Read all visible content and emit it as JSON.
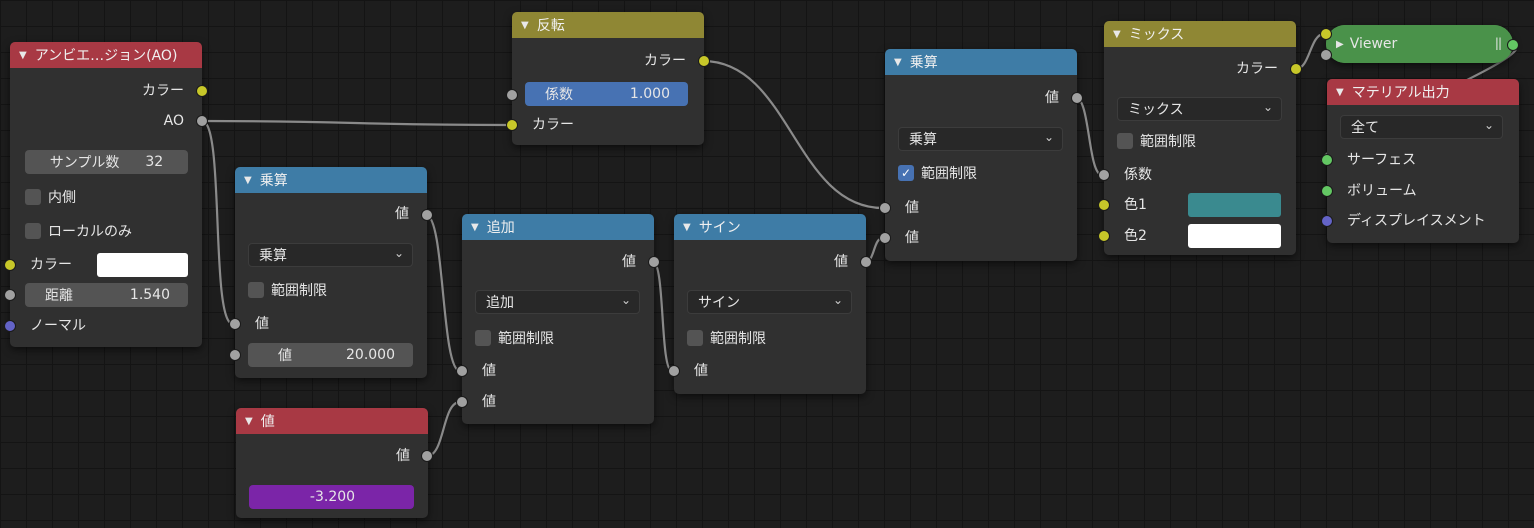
{
  "nodes": {
    "ao": {
      "title": "アンビエ…ジョン(AO)",
      "out_color": "カラー",
      "out_ao": "AO",
      "samples_label": "サンプル数",
      "samples_value": "32",
      "inside_label": "内側",
      "local_only_label": "ローカルのみ",
      "color_label": "カラー",
      "color_swatch": "#ffffff",
      "distance_label": "距離",
      "distance_value": "1.540",
      "normal_label": "ノーマル"
    },
    "invert": {
      "title": "反転",
      "out_color": "カラー",
      "fac_label": "係数",
      "fac_value": "1.000",
      "in_color": "カラー"
    },
    "mult1": {
      "title": "乗算",
      "out_value": "値",
      "operation": "乗算",
      "clamp_label": "範囲制限",
      "in_value1": "値",
      "in_value2_label": "値",
      "in_value2": "20.000"
    },
    "value_node": {
      "title": "値",
      "out_value": "値",
      "value": "-3.200"
    },
    "add": {
      "title": "追加",
      "out_value": "値",
      "operation": "追加",
      "clamp_label": "範囲制限",
      "in_value1": "値",
      "in_value2": "値"
    },
    "sine": {
      "title": "サイン",
      "out_value": "値",
      "operation": "サイン",
      "clamp_label": "範囲制限",
      "in_value": "値"
    },
    "mult2": {
      "title": "乗算",
      "out_value": "値",
      "operation": "乗算",
      "clamp_label": "範囲制限",
      "clamp_checked": "✓",
      "in_value1": "値",
      "in_value2": "値"
    },
    "mix": {
      "title": "ミックス",
      "out_color": "カラー",
      "blend": "ミックス",
      "clamp_label": "範囲制限",
      "fac_label": "係数",
      "color1_label": "色1",
      "color1": "#3a8a8f",
      "color2_label": "色2",
      "color2": "#ffffff"
    },
    "viewer": {
      "title": "Viewer"
    },
    "mat_out": {
      "title": "マテリアル出力",
      "target": "全て",
      "surface": "サーフェス",
      "volume": "ボリューム",
      "displacement": "ディスプレイスメント"
    }
  },
  "colors": {
    "wire": "#8a8a8a",
    "socket_color": "#c7c729",
    "socket_value": "#a1a1a1",
    "socket_vector": "#6363c7",
    "socket_shader": "#63c763"
  }
}
